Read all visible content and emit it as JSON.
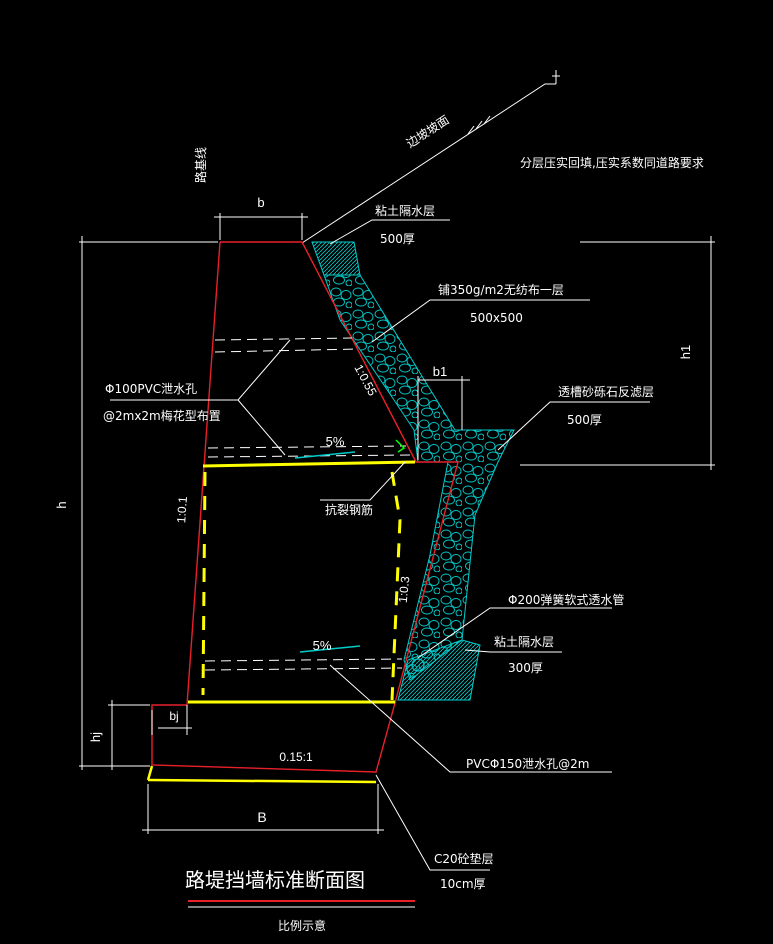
{
  "drawing": {
    "title": "路堤挡墙标准断面图",
    "scale_note": "比例示意",
    "colors": {
      "background": "#000000",
      "wall_outline": "#e8202a",
      "footing": "#ffff00",
      "fill_material": "#00cccc",
      "dimension": "#ffffff",
      "leader": "#ffffff",
      "slope_mark": "#00cccc"
    }
  },
  "labels": {
    "road_line": "路基线",
    "slope_surface": "边坡坡面",
    "backfill_note": "分层压实回填,压实系数同道路要求",
    "clay_top_title": "粘土隔水层",
    "clay_top_thick": "500厚",
    "geotextile_title": "铺350g/m2无纺布一层",
    "geotextile_size": "500x500",
    "drain_hole_title": "Φ100PVC泄水孔",
    "drain_hole_spacing": "@2mx2m梅花型布置",
    "filter_layer_title": "透槽砂砾石反滤层",
    "filter_layer_thick": "500厚",
    "rebar": "抗裂钢筋",
    "drain_pipe": "Φ200弹簧软式透水管",
    "clay_bottom_title": "粘土隔水层",
    "clay_bottom_thick": "300厚",
    "pvc_hole": "PVCΦ150泄水孔@2m",
    "cushion_title": "C20砼垫层",
    "cushion_thick": "10cm厚"
  },
  "dimensions": {
    "b": "b",
    "b1": "b1",
    "h": "h",
    "h1": "h1",
    "hj": "hj",
    "bj": "bj",
    "B": "B"
  },
  "slopes": {
    "back_upper": "1:0.55",
    "back_lower": "1:0.3",
    "face": "1:0.1",
    "base": "0.15:1",
    "drain_upper": "5%",
    "drain_lower": "5%"
  }
}
